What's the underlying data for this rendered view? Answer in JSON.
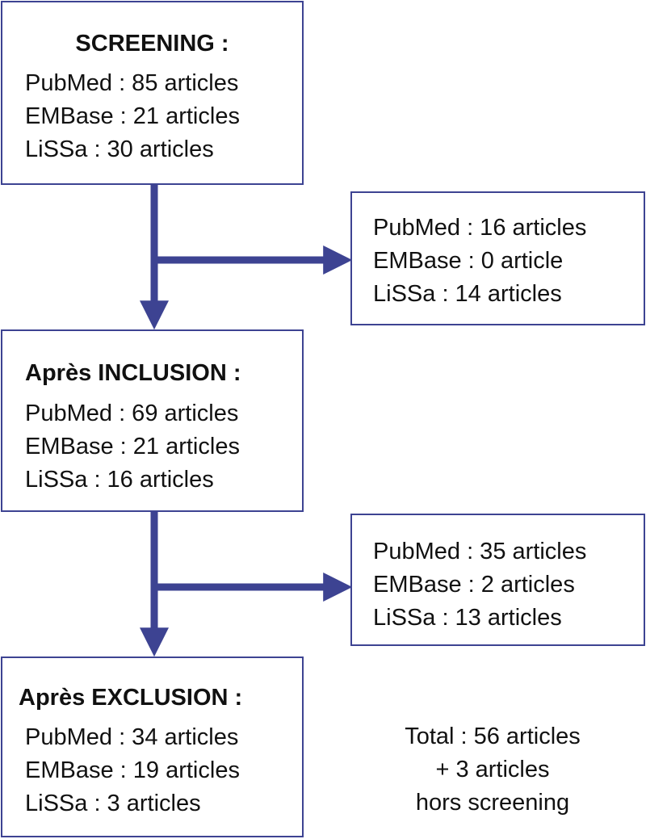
{
  "screening": {
    "title": "SCREENING :",
    "lines": [
      "PubMed : 85 articles",
      "EMBase : 21 articles",
      "LiSSa : 30 articles"
    ]
  },
  "excluded_1": {
    "lines": [
      "PubMed : 16 articles",
      "EMBase : 0 article",
      "LiSSa : 14 articles"
    ]
  },
  "inclusion": {
    "title": "Après INCLUSION :",
    "lines": [
      "PubMed : 69 articles",
      "EMBase : 21 articles",
      "LiSSa : 16 articles"
    ]
  },
  "excluded_2": {
    "lines": [
      "PubMed : 35 articles",
      "EMBase : 2 articles",
      "LiSSa : 13 articles"
    ]
  },
  "exclusion": {
    "title": "Après EXCLUSION :",
    "lines": [
      "PubMed : 34 articles",
      "EMBase : 19 articles",
      "LiSSa : 3 articles"
    ]
  },
  "total": {
    "lines": [
      "Total : 56 articles",
      "+ 3 articles",
      "hors screening"
    ]
  },
  "colors": {
    "arrow": "#3d4392",
    "border": "#3d4392",
    "text": "#111111"
  }
}
